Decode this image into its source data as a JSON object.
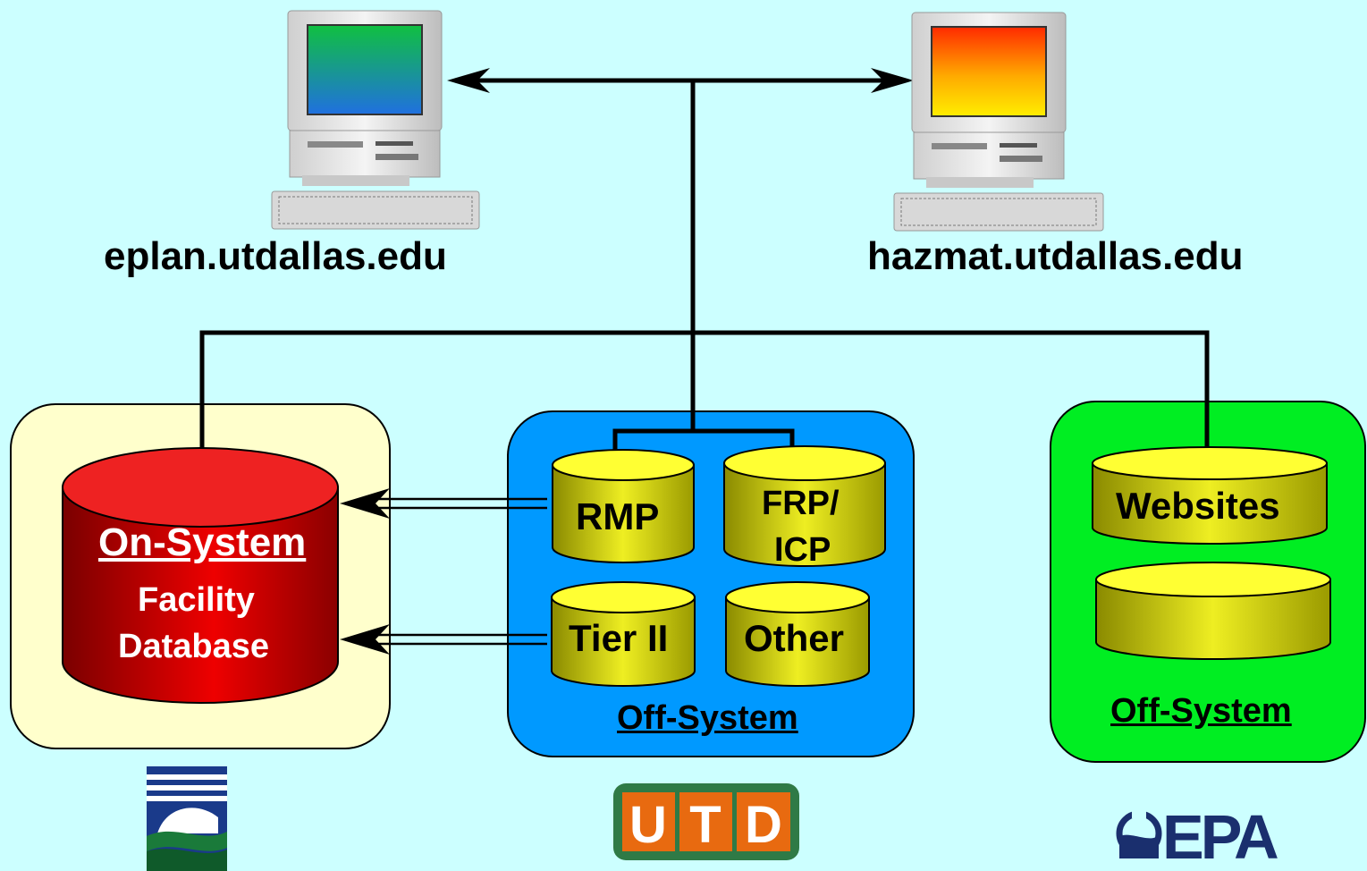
{
  "hosts": {
    "left": "eplan.utdallas.edu",
    "right": "hazmat.utdallas.edu"
  },
  "on_system": {
    "title": "On-System",
    "line1": "Facility",
    "line2": "Database"
  },
  "off_system_center": {
    "label": "Off-System",
    "db_rmp": "RMP",
    "db_frp_line1": "FRP/",
    "db_frp_line2": "ICP",
    "db_tier2": "Tier II",
    "db_other": "Other"
  },
  "off_system_right": {
    "label": "Off-System",
    "db_websites": "Websites"
  },
  "logos": {
    "utd": [
      "U",
      "T",
      "D"
    ],
    "epa": "EPA"
  },
  "colors": {
    "background": "#ccffff",
    "on_system_panel": "#ffffcc",
    "off_system_center_panel": "#0099ff",
    "off_system_right_panel": "#00ee22",
    "database_yellow": "#dddd00",
    "database_red": "#cc0000",
    "utd_orange": "#e86a10",
    "utd_green": "#2f7a46",
    "epa_navy": "#1a2f6e"
  },
  "icons": [
    "computer-icon",
    "database-icon",
    "tnrcc-logo",
    "utd-logo",
    "epa-logo"
  ]
}
